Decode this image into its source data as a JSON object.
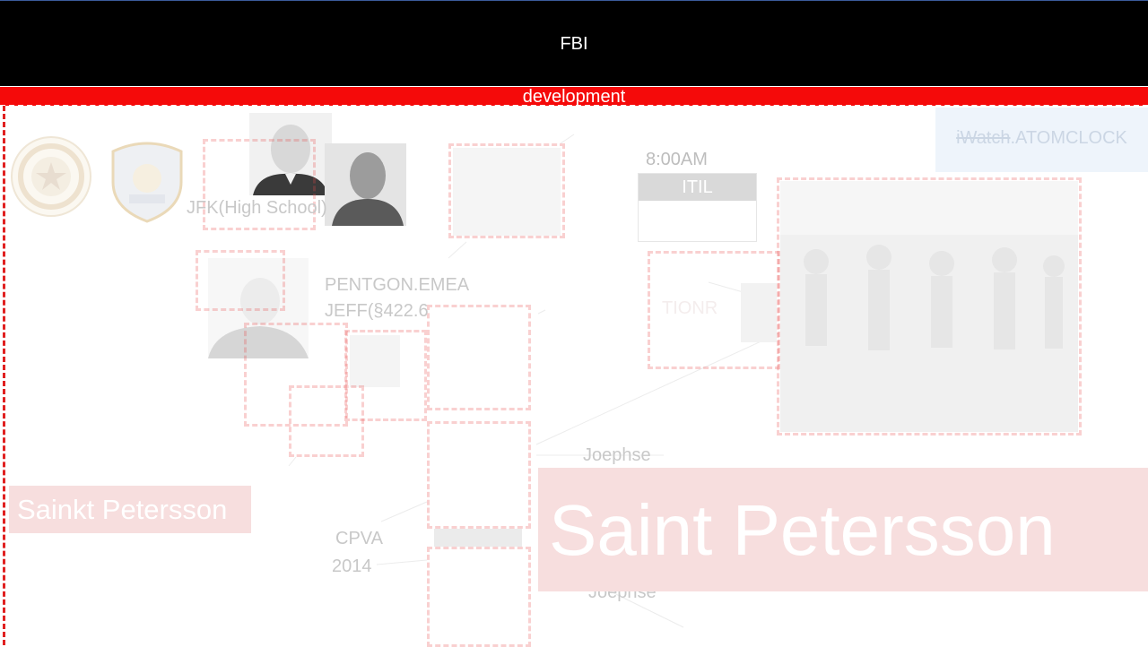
{
  "header": {
    "title": "FBI"
  },
  "banner_strip": {
    "label": "development"
  },
  "clock_widget": {
    "struck_label": "iWatch",
    "label": ".ATOMCLOCK",
    "time": "8:00AM",
    "tag": "ITIL"
  },
  "labels": {
    "jfk": "JFK(High School)",
    "pentagon": "PENTGON.EMEA",
    "jeff": "JEFF(§422.6",
    "tionr": "TIONR",
    "joephse_top": "Joephse",
    "joephse_bottom": "Joephse",
    "cpva": "CPVA",
    "year": "2014"
  },
  "banners": {
    "large": "Saint Petersson",
    "small": "Sainkt Petersson"
  },
  "colors": {
    "header_bg": "#000000",
    "strip_bg": "#f50a0a",
    "frame_dash": "#e02020",
    "banner_bg": "#f7dede"
  }
}
